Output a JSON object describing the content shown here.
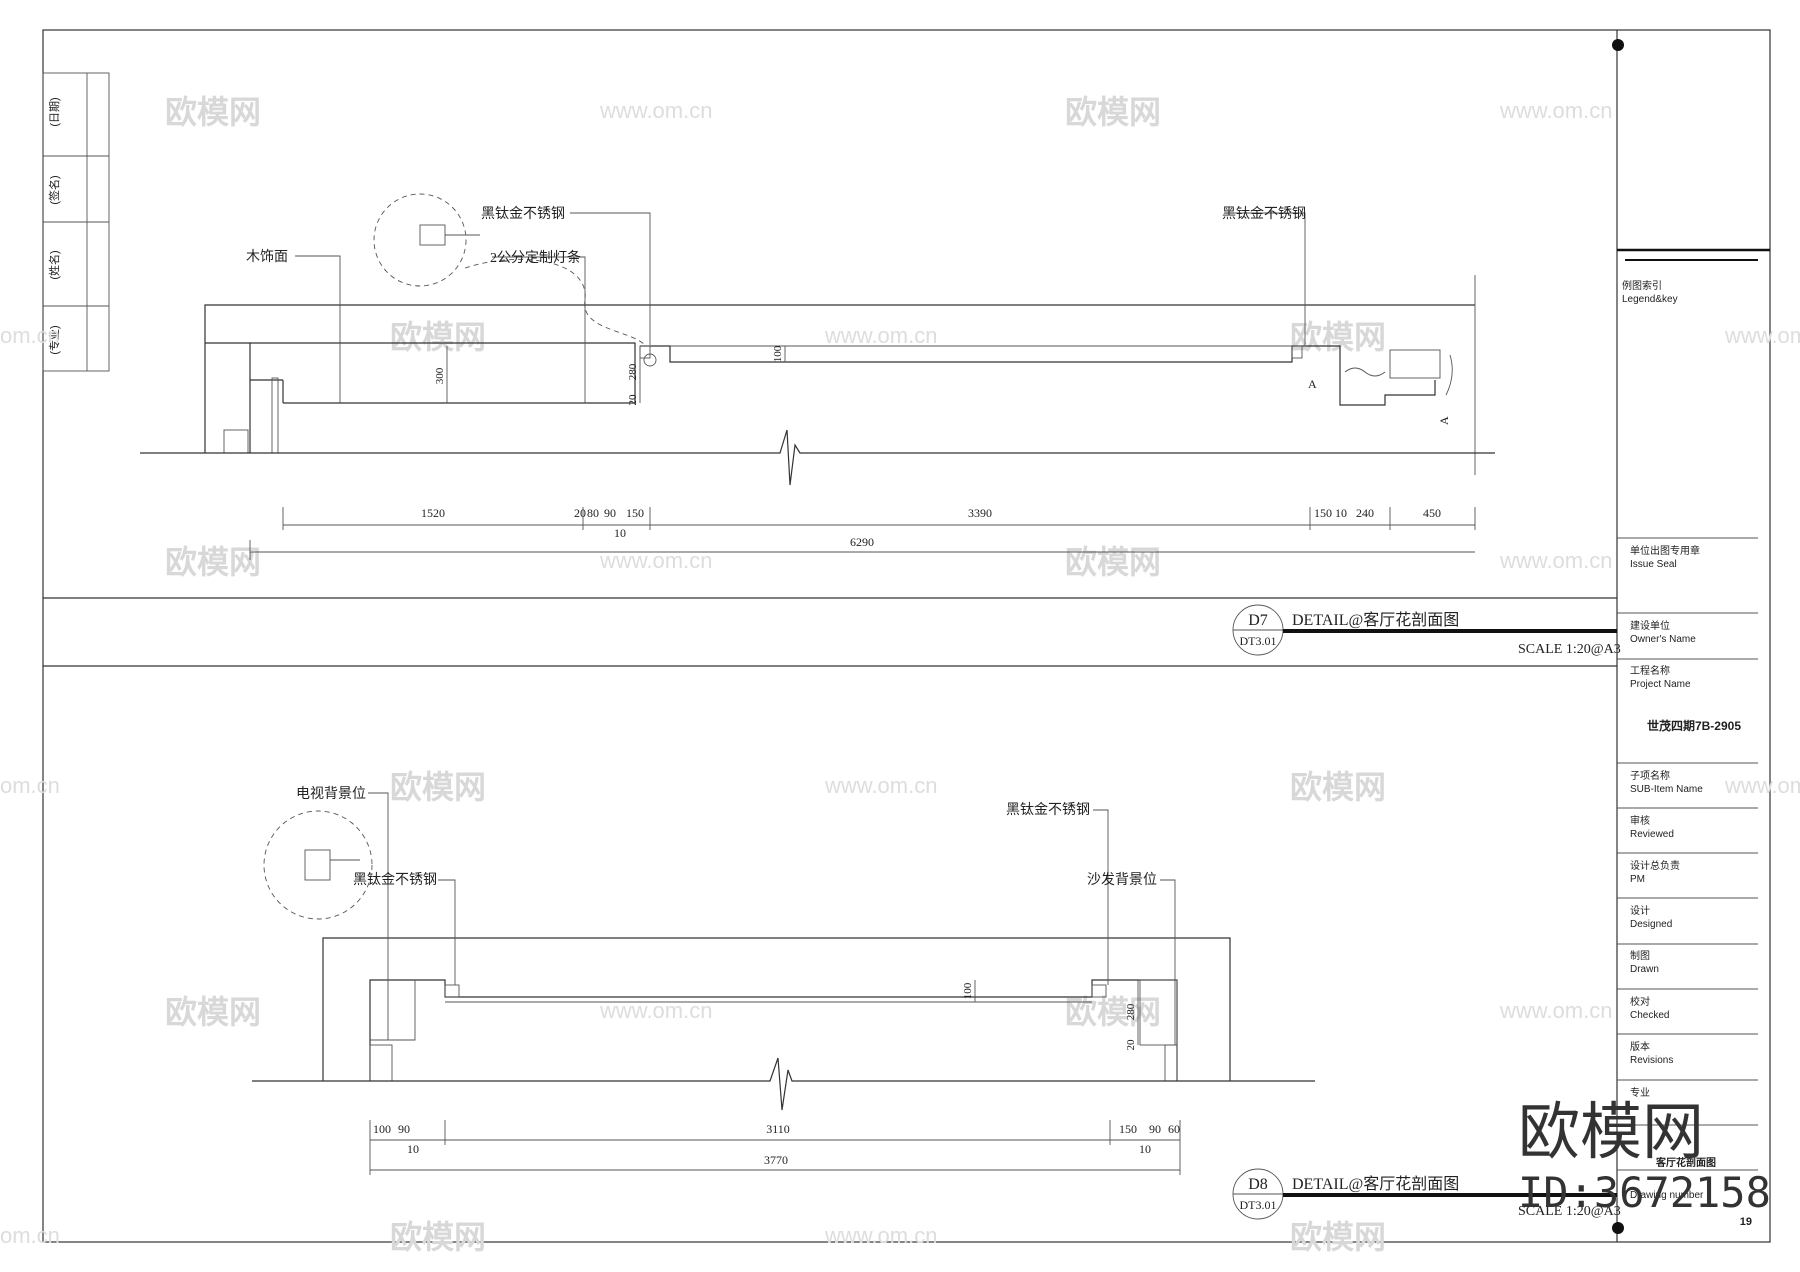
{
  "left_stamp": {
    "labels": [
      "(日期)",
      "(签名)",
      "(姓名)",
      "(专业)"
    ]
  },
  "watermarks": {
    "brand": "欧模网",
    "url": "www.om.cn",
    "cn": "om.cn"
  },
  "detail_d7": {
    "notes": [
      "黑钛金不锈钢",
      "黑钛金不锈钢",
      "木饰面",
      "2公分定制灯条"
    ],
    "vertical_dims": [
      "300",
      "280",
      "20",
      "100"
    ],
    "section_marks": [
      "A",
      "A"
    ],
    "dims_row1": [
      "1520",
      "20",
      "80",
      "90",
      "150",
      "3390",
      "150",
      "10",
      "240",
      "450"
    ],
    "dims_small": [
      "10"
    ],
    "dims_total": "6290",
    "tag_top": "D7",
    "tag_bottom": "DT3.01",
    "title": "DETAIL@客厅花剖面图",
    "scale": "SCALE 1:20@A3"
  },
  "detail_d8": {
    "notes": [
      "电视背景位",
      "黑钛金不锈钢",
      "黑钛金不锈钢",
      "沙发背景位"
    ],
    "vertical_dims": [
      "100",
      "280",
      "20"
    ],
    "dims_row1": [
      "100",
      "90",
      "3110",
      "150",
      "90",
      "60"
    ],
    "dims_small": [
      "10",
      "10"
    ],
    "dims_total": "3770",
    "tag_top": "D8",
    "tag_bottom": "DT3.01",
    "title": "DETAIL@客厅花剖面图",
    "scale": "SCALE 1:20@A3"
  },
  "title_block": {
    "legend_cn": "例图索引",
    "legend_en": "Legend&key",
    "seal_cn": "单位出图专用章",
    "seal_en": "Issue Seal",
    "owner_cn": "建设单位",
    "owner_en": "Owner's Name",
    "project_cn": "工程名称",
    "project_en": "Project Name",
    "project_value": "世茂四期7B-2905",
    "sub_cn": "子项名称",
    "sub_en": "SUB-Item Name",
    "reviewed_cn": "审核",
    "reviewed_en": "Reviewed",
    "pm_cn": "设计总负责",
    "pm_en": "PM",
    "designed_cn": "设计",
    "designed_en": "Designed",
    "drawn_cn": "制图",
    "drawn_en": "Drawn",
    "checked_cn": "校对",
    "checked_en": "Checked",
    "revisions_cn": "版本",
    "revisions_en": "Revisions",
    "discipline_cn": "专业",
    "drawing_name_value": "客厅花剖面图",
    "drawing_no_en": "Drawing number",
    "sheet_no": "19"
  },
  "brand_overlay": {
    "name": "欧模网",
    "id": "ID:3672158"
  }
}
